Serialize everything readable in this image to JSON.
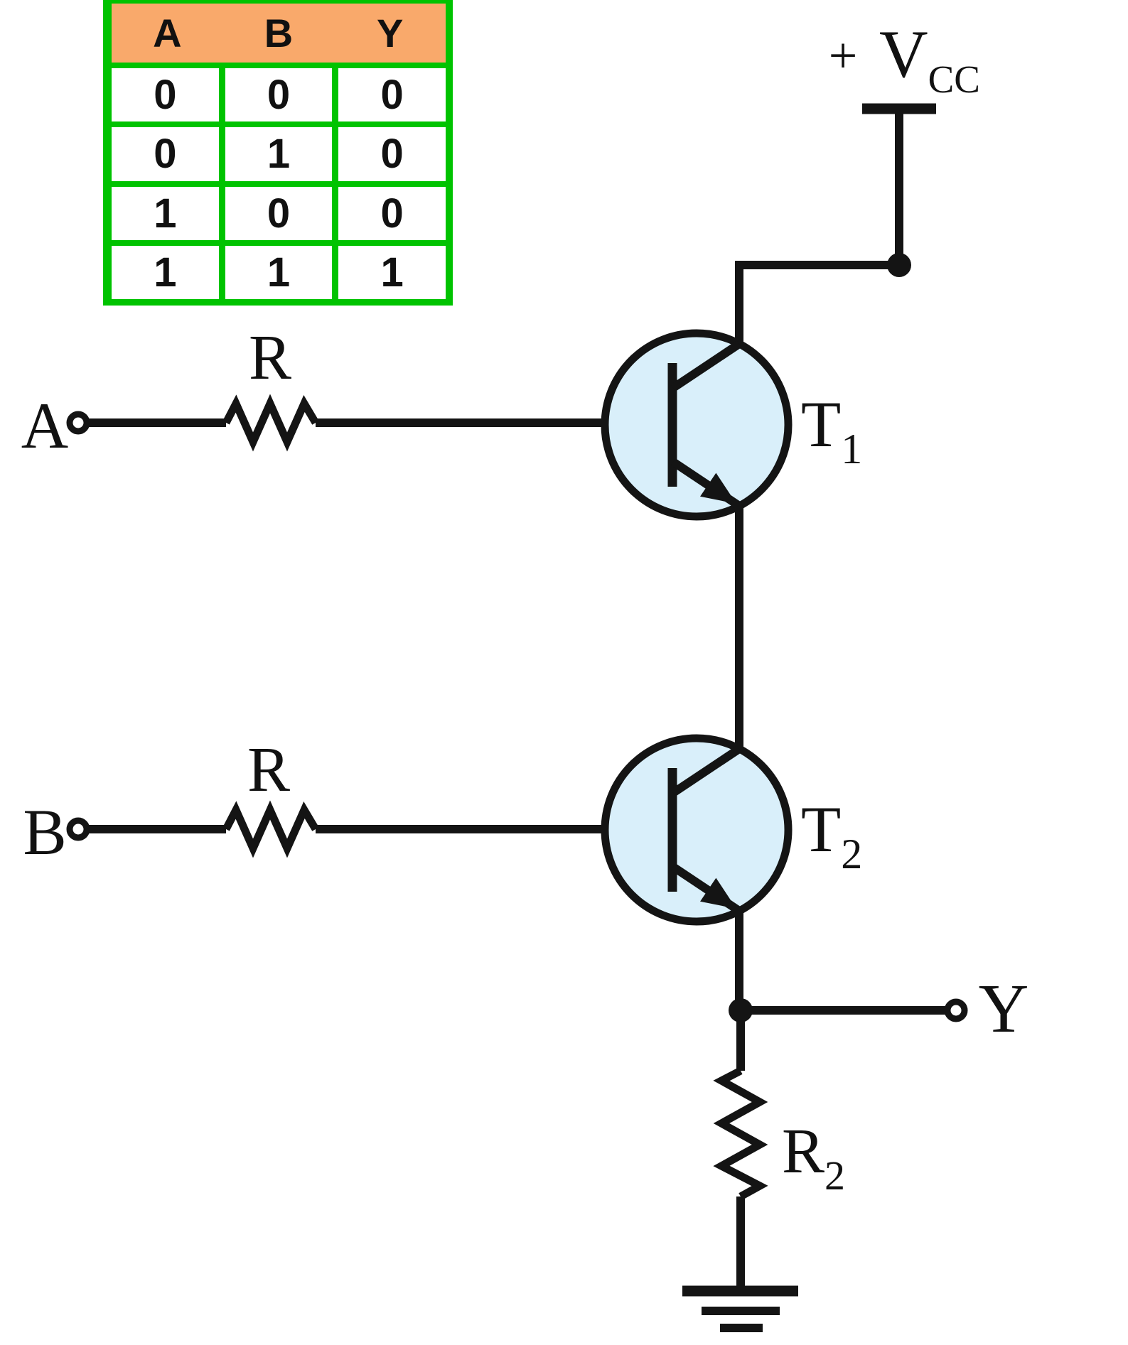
{
  "theme": {
    "green": "#00c300",
    "orange": "#f9a96b",
    "wire": "#141414",
    "transistor_fill": "#d9effa"
  },
  "truth_table": {
    "headers": [
      "A",
      "B",
      "Y"
    ],
    "rows": [
      [
        "0",
        "0",
        "0"
      ],
      [
        "0",
        "1",
        "0"
      ],
      [
        "1",
        "0",
        "0"
      ],
      [
        "1",
        "1",
        "1"
      ]
    ]
  },
  "circuit": {
    "supply": {
      "plus": "+",
      "v": "V",
      "sub": "CC"
    },
    "inputs": {
      "a": "A",
      "b": "B"
    },
    "resistors": {
      "a": "R",
      "b": "R",
      "out": "R",
      "out_sub": "2"
    },
    "transistors": {
      "t1": "T",
      "t1_sub": "1",
      "t2": "T",
      "t2_sub": "2"
    },
    "output": {
      "y": "Y"
    }
  }
}
